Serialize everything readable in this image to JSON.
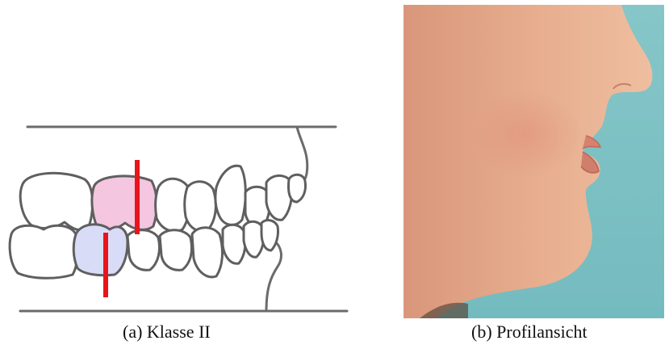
{
  "figure": {
    "captions": {
      "a": "(a) Klasse II",
      "b": "(b) Profilansicht"
    },
    "colors": {
      "outline": "#5f5f5f",
      "upper_molar_fill": "#f4c6e0",
      "lower_molar_fill": "#d9dcf7",
      "marker_red": "#e8141b",
      "photo_background": "#7fc1c4",
      "skin": "#e7ad8f"
    },
    "panel_a_content": "dental-occlusion-diagram",
    "panel_b_content": "profile-photo"
  }
}
